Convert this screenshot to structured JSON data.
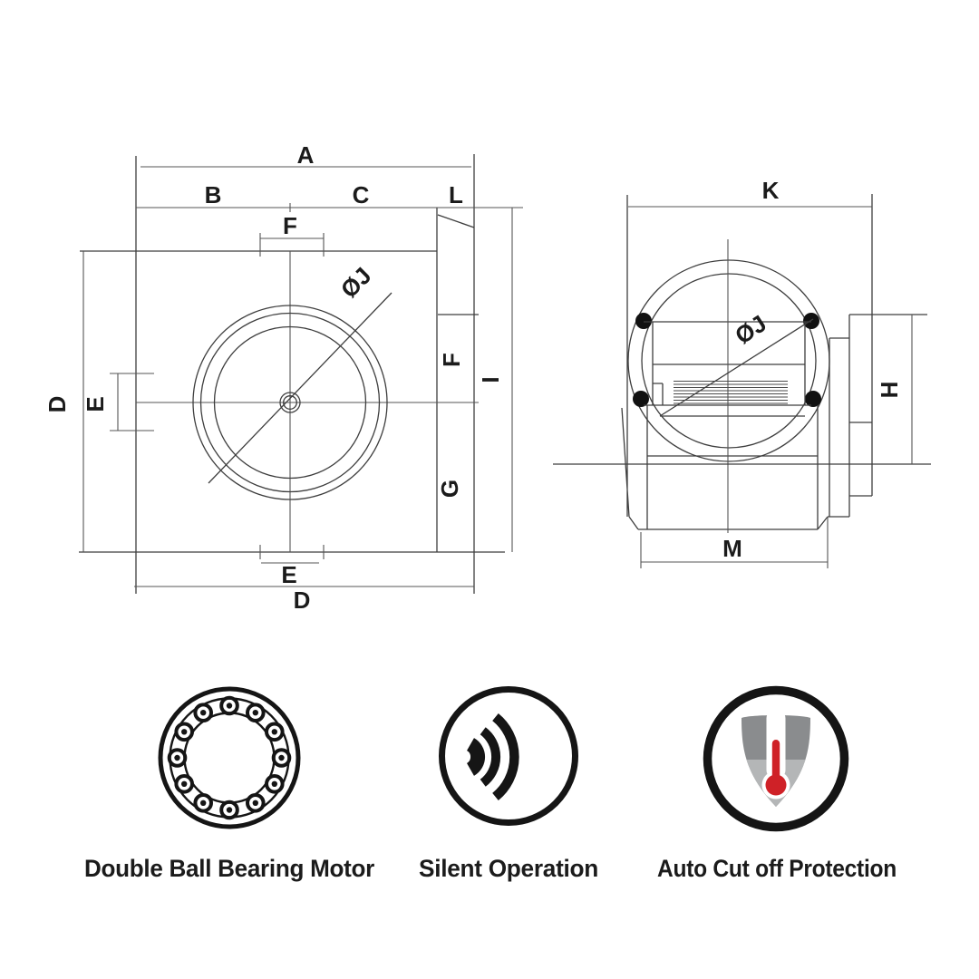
{
  "front": {
    "dim_a": "A",
    "dim_b": "B",
    "dim_c": "C",
    "dim_l": "L",
    "dim_f_top": "F",
    "dim_d_left": "D",
    "dim_e_left": "E",
    "dim_f_duct": "F",
    "dim_g": "G",
    "dim_i": "I",
    "dim_e_bottom": "E",
    "dim_d_bottom": "D",
    "dim_diameter": "ØJ"
  },
  "side": {
    "dim_k": "K",
    "dim_diameter": "ØJ",
    "dim_h": "H",
    "dim_m": "M"
  },
  "features": [
    {
      "icon": "ball-bearing-icon",
      "caption": "Double Ball Bearing Motor"
    },
    {
      "icon": "sound-waves-icon",
      "caption": "Silent Operation"
    },
    {
      "icon": "shield-thermometer-icon",
      "caption": "Auto Cut off Protection"
    }
  ],
  "colors": {
    "drawing_line": "#3e3e3e",
    "dimension_line": "#555555",
    "label_text": "#1b1b1b",
    "icon_black": "#151515",
    "screw_dot": "#111111",
    "shield_dark": "#8a8c8e",
    "shield_light": "#b4b6b7",
    "thermometer_red": "#cf2127",
    "background": "#ffffff"
  }
}
